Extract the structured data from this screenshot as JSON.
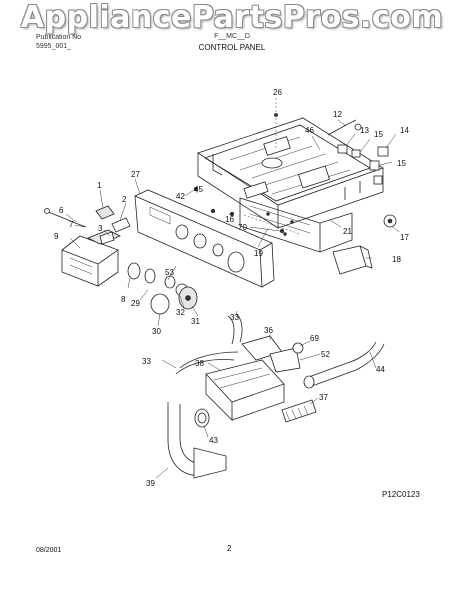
{
  "watermark": "AppliancePartsPros.com",
  "header": {
    "pub_label": "Publication No",
    "pub_number": "5995_001_",
    "model_fragment": "F__MC__D",
    "section_title": "CONTROL PANEL"
  },
  "figure_code": "P12C0123",
  "footer": {
    "date": "08/2001",
    "page": "2"
  },
  "callouts": [
    "26",
    "12",
    "46",
    "13",
    "15",
    "14",
    "15",
    "1",
    "27",
    "45",
    "42",
    "2",
    "16",
    "6",
    "7",
    "70",
    "3",
    "9",
    "21",
    "17",
    "19",
    "18",
    "53",
    "8",
    "29",
    "32",
    "31",
    "30",
    "33",
    "36",
    "69",
    "33",
    "38",
    "52",
    "44",
    "37",
    "43",
    "39"
  ]
}
